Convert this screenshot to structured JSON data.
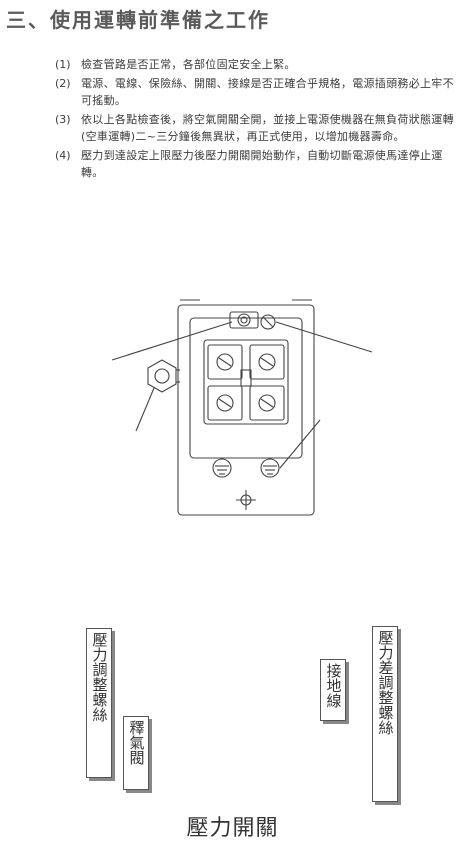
{
  "heading": "三、使用運轉前準備之工作",
  "steps": [
    {
      "num": "(1)",
      "text": "檢查管路是否正常，各部位固定安全上緊。"
    },
    {
      "num": "(2)",
      "text": "電源、電線、保險絲、開關、接線是否正確合乎規格，電源插頭務必上牢不可搖動。"
    },
    {
      "num": "(3)",
      "text": "依以上各點檢查後，將空氣開關全開，並接上電源使機器在無負荷狀態運轉(空車運轉)二~三分鐘後無異狀，再正式使用，以增加機器壽命。"
    },
    {
      "num": "(4)",
      "text": "壓力到達設定上限壓力後壓力開關開始動作，自動切斷電源使馬達停止運轉。"
    }
  ],
  "figure": {
    "labels": {
      "pressure_adjust_screw": "壓力調整螺絲",
      "release_valve": "釋氣閥",
      "ground_wire": "接地線",
      "differential_adjust_screw": "壓力差調整螺絲"
    },
    "caption": "壓力開關"
  }
}
